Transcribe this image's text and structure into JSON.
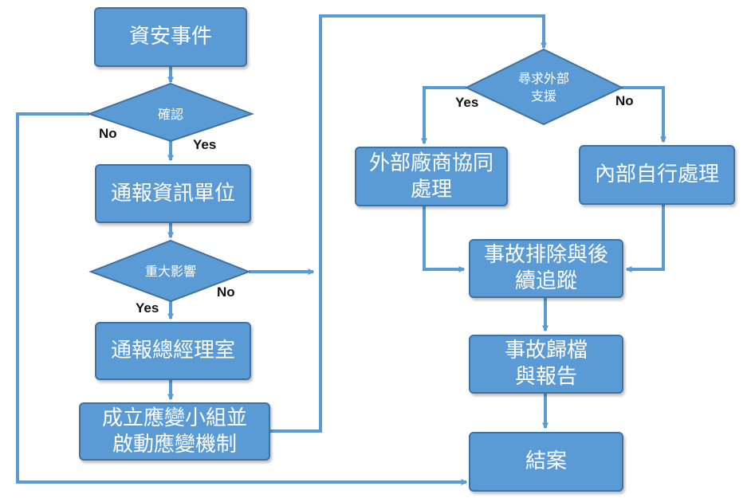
{
  "colors": {
    "node_fill": "#5b9bd5",
    "node_border": "#41719c",
    "connector": "#5b9bd5"
  },
  "nodes": {
    "incident": "資安事件",
    "confirm": "確認",
    "report_unit": "通報資訊單位",
    "major_impact": "重大影響",
    "report_gm": "通報總經理室",
    "form_team": "成立應變小組並\n啟動應變機制",
    "external_support": "尋求外部\n支援",
    "vendor_assist": "外部廠商協同\n處理",
    "internal_handle": "內部自行處理",
    "troubleshoot": "事故排除與後\n續追蹤",
    "archive_report": "事故歸檔\n與報告",
    "close_case": "結案"
  },
  "edge_labels": {
    "confirm_no": "No",
    "confirm_yes": "Yes",
    "impact_no": "No",
    "impact_yes": "Yes",
    "support_yes": "Yes",
    "support_no": "No"
  }
}
